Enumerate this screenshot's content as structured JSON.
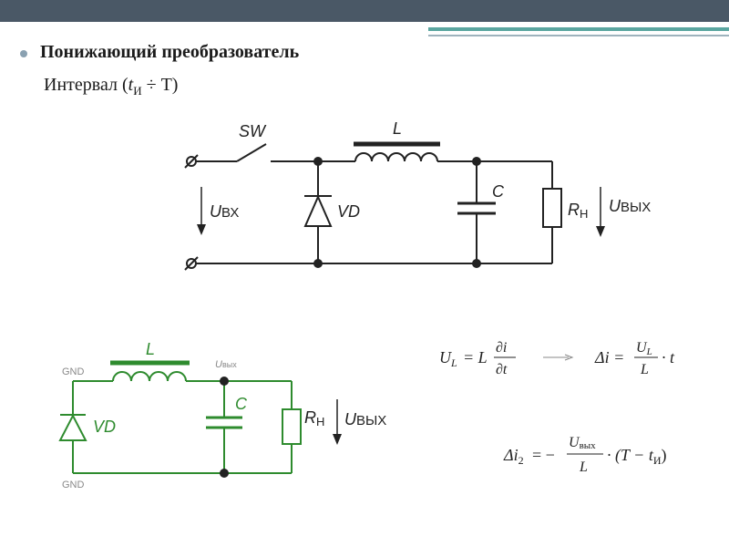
{
  "slide": {
    "title": "Понижающий преобразователь",
    "subtitle_prefix": "Интервал (",
    "subtitle_t": "t",
    "subtitle_t_sub": "И",
    "subtitle_rest": " ÷ T)"
  },
  "top_circuit": {
    "sw": "SW",
    "l": "L",
    "vd": "VD",
    "c": "C",
    "rn": "R",
    "rn_sub": "Н",
    "u_in": "U",
    "u_in_sub": "ВХ",
    "u_out": "U",
    "u_out_sub": "ВЫХ"
  },
  "bottom_circuit": {
    "gnd_top": "GND",
    "gnd_bottom": "GND",
    "l": "L",
    "u_node": "U",
    "u_node_sub": "вых",
    "c": "C",
    "vd": "VD",
    "rn": "R",
    "rn_sub": "Н",
    "u_out": "U",
    "u_out_sub": "ВЫХ"
  },
  "formulas": {
    "f1_lhs": "U",
    "f1_lhs_sub": "L",
    "f1_eq": "= L",
    "f1_num": "∂i",
    "f1_den": "∂t",
    "f2_lhs": "Δi =",
    "f2_num": "U",
    "f2_num_sub": "L",
    "f2_den": "L",
    "f2_tail": "· t",
    "f3_lhs": "Δi",
    "f3_lhs_sub": "2",
    "f3_eq": "= −",
    "f3_num": "U",
    "f3_num_sub": "вых",
    "f3_den": "L",
    "f3_tail": "· (T − t",
    "f3_tail_sub": "И",
    "f3_close": ")"
  },
  "colors": {
    "topbar": "#4a5866",
    "stripe_teal": "#5aa6a0",
    "stripe_gray": "#9eb3bd",
    "circuit": "#222222",
    "green": "#2e8b2e",
    "green_label": "#888888"
  }
}
